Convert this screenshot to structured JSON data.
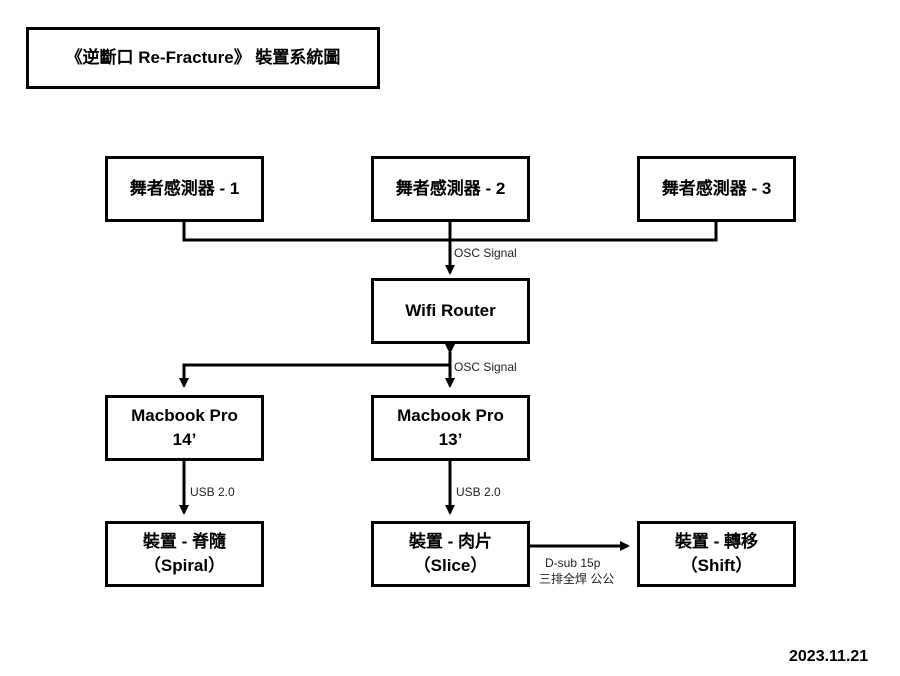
{
  "title": "《逆斷口 Re-Fracture》 裝置系統圖",
  "date": "2023.11.21",
  "nodes": {
    "sensor1": {
      "line1": "舞者感測器 - 1"
    },
    "sensor2": {
      "line1": "舞者感測器 - 2"
    },
    "sensor3": {
      "line1": "舞者感測器 - 3"
    },
    "router": {
      "line1": "Wifi Router"
    },
    "mac14": {
      "line1": "Macbook Pro",
      "line2": "14’"
    },
    "mac13": {
      "line1": "Macbook Pro",
      "line2": "13’"
    },
    "spine": {
      "line1": "裝置 - 脊隨",
      "line2": "（Spiral）"
    },
    "slice": {
      "line1": "裝置 - 肉片",
      "line2": "（Slice）"
    },
    "shift": {
      "line1": "裝置 - 轉移",
      "line2": "（Shift）"
    }
  },
  "edges": {
    "osc_in": "OSC Signal",
    "osc_out": "OSC Signal",
    "usb_left": "USB 2.0",
    "usb_right": "USB 2.0",
    "dsub_line1": "D-sub 15p",
    "dsub_line2": "三排全焊 公公"
  }
}
